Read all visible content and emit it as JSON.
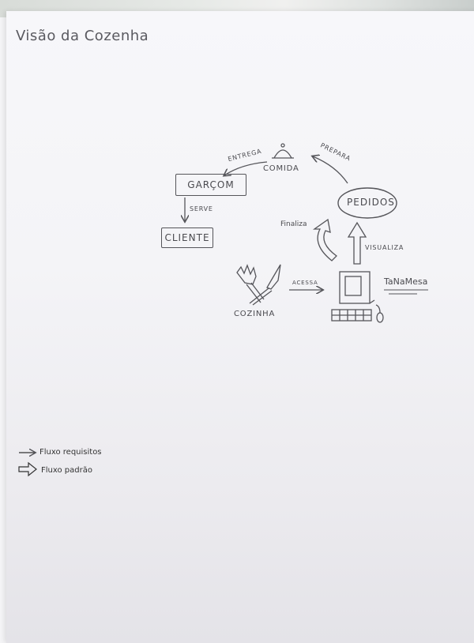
{
  "title": "Visão da Cozenha",
  "nodes": {
    "comida": "COMIDA",
    "garcom": "GARÇOM",
    "cliente": "CLIENTE",
    "pedidos": "PEDIDOS",
    "cozinha": "COZINHA",
    "brand": "TaNaMesa"
  },
  "edges": {
    "entrega": "ENTREGA",
    "prepara": "PREPARA",
    "serve": "SERVE",
    "finaliza": "Finaliza",
    "visualiza": "VISUALIZA",
    "acessa": "ACESSA"
  },
  "legend": {
    "requisitos": "Fluxo requisitos",
    "padrao": "Fluxo padrão"
  }
}
